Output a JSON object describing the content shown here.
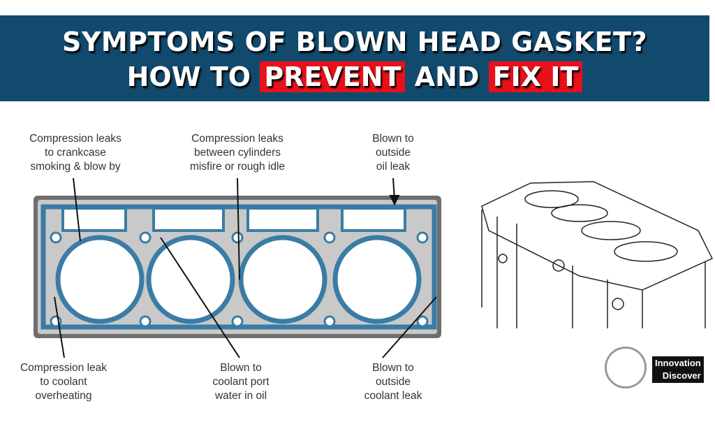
{
  "title": {
    "line1": "SYMPTOMS OF BLOWN HEAD GASKET?",
    "line2_a": "HOW TO",
    "line2_b": "PREVENT",
    "line2_c": "AND",
    "line2_d": "FIX IT"
  },
  "labels": {
    "top_left": [
      "Compression leaks",
      "to crankcase",
      "smoking & blow by"
    ],
    "top_middle": [
      "Compression leaks",
      "between cylinders",
      "misfire or rough idle"
    ],
    "top_right": [
      "Blown to",
      "outside",
      "oil leak"
    ],
    "bottom_left": [
      "Compression leak",
      "to coolant",
      "overheating"
    ],
    "bottom_middle": [
      "Blown to",
      "coolant port",
      "water in oil"
    ],
    "bottom_right": [
      "Blown to",
      "outside",
      "coolant leak"
    ]
  },
  "logo": {
    "line1": "Innovation",
    "line2": "Discover"
  },
  "colors": {
    "banner": "#124a6e",
    "highlight": "#e8101a",
    "gasket_ring": "#3a7ca5"
  }
}
